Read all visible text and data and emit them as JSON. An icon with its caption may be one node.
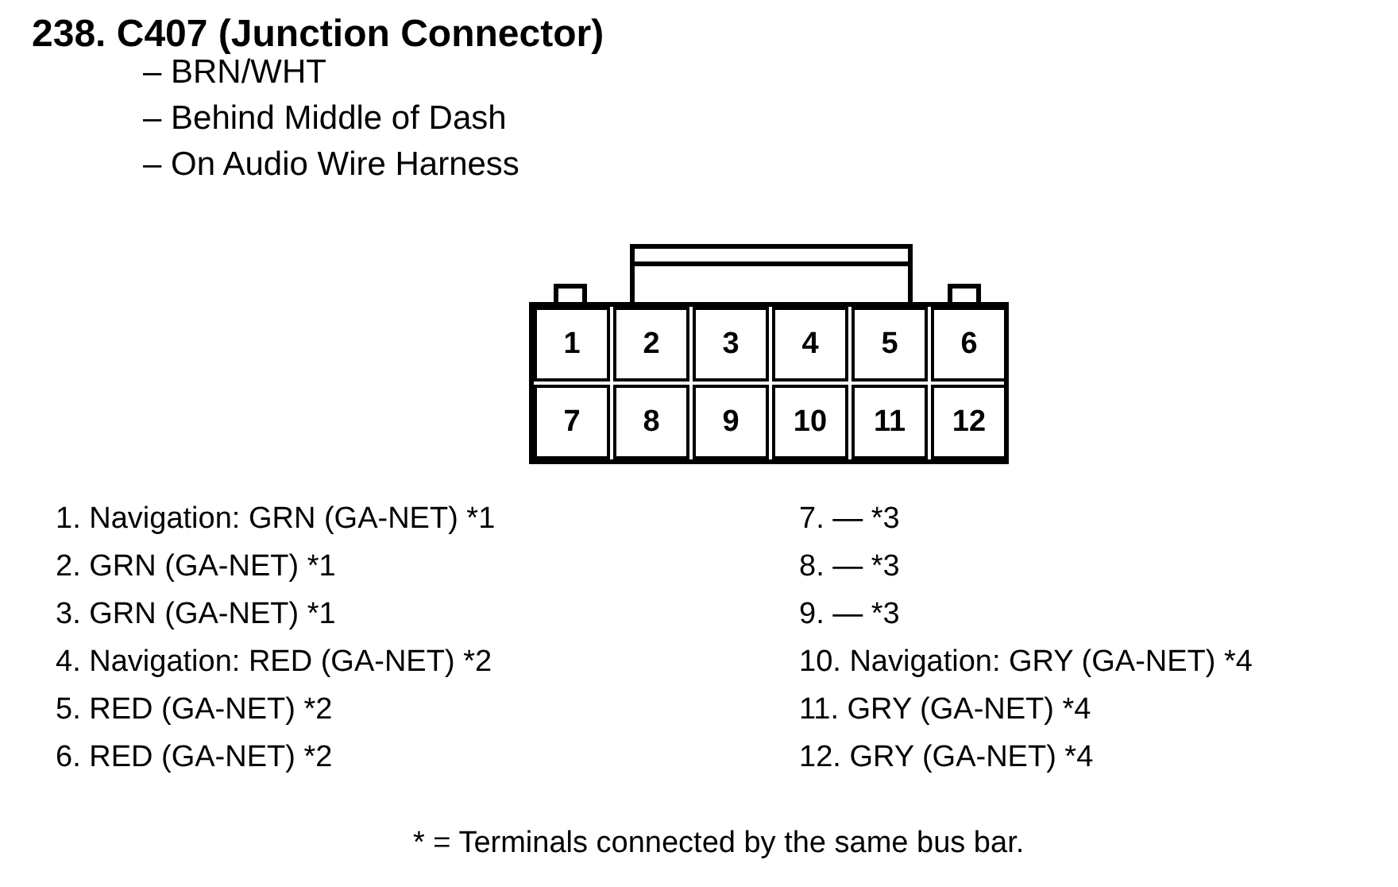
{
  "diagram": {
    "title": "238. C407 (Junction Connector)",
    "nodes": [
      {
        "text": [],
        "shape": "box"
      },
      {
        "text": [
          "1"
        ],
        "in": 0
      },
      {
        "text": [
          "2"
        ],
        "in": 0
      },
      {
        "text": [
          "3"
        ],
        "in": 0
      },
      {
        "text": [
          "4"
        ],
        "in": 0
      },
      {
        "text": [
          "5"
        ],
        "in": 0
      },
      {
        "text": [
          "6"
        ],
        "in": 0
      },
      {
        "text": [
          "7"
        ],
        "in": 0
      },
      {
        "text": [
          "8"
        ],
        "in": 0
      },
      {
        "text": [
          "9"
        ],
        "in": 0
      },
      {
        "text": [
          "10"
        ],
        "in": 0
      },
      {
        "text": [
          "11"
        ],
        "in": 0
      },
      {
        "text": [
          "12"
        ],
        "in": 0
      }
    ],
    "edges": [],
    "labels": [
      "– BRN/WHT",
      "– Behind Middle of Dash",
      "– On Audio Wire Harness",
      "1. Navigation: GRN (GA-NET) *1",
      "7. — *3",
      "2. GRN (GA-NET) *1",
      "8. — *3",
      "3. GRN (GA-NET) *1",
      "9. — *3",
      "4. Navigation: RED (GA-NET) *2",
      "10. Navigation: GRY (GA-NET) *4",
      "5. RED (GA-NET) *2",
      "11. GRY (GA-NET) *4",
      "6. RED (GA-NET) *2",
      "12. GRY (GA-NET) *4"
    ],
    "caption": "* = Terminals connected by the same bus bar."
  }
}
